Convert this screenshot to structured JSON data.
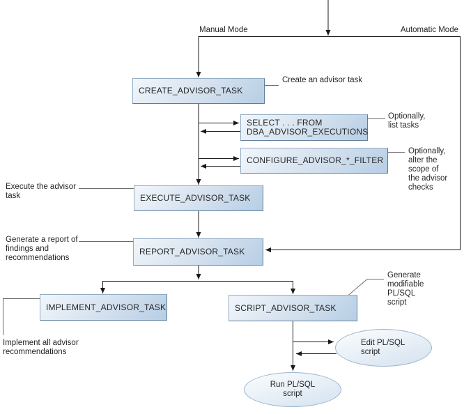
{
  "diagram": {
    "modes": {
      "manual": "Manual Mode",
      "automatic": "Automatic Mode"
    },
    "tasks": {
      "create": {
        "label": "CREATE_ADVISOR_TASK",
        "annotation": "Create an advisor task"
      },
      "select": {
        "label": "SELECT . . . FROM\nDBA_ADVISOR_EXECUTIONS",
        "annotation": "Optionally,\nlist tasks"
      },
      "configure": {
        "label": "CONFIGURE_ADVISOR_*_FILTER",
        "annotation": "Optionally,\nalter the\nscope of\nthe advisor\nchecks"
      },
      "execute": {
        "label": "EXECUTE_ADVISOR_TASK",
        "annotation": "Execute the advisor\ntask"
      },
      "report": {
        "label": "REPORT_ADVISOR_TASK",
        "annotation": "Generate a report of\nfindings and\nrecommendations"
      },
      "implement": {
        "label": "IMPLEMENT_ADVISOR_TASK",
        "annotation": "Implement all advisor\nrecommendations"
      },
      "script": {
        "label": "SCRIPT_ADVISOR_TASK",
        "annotation": "Generate\nmodifiable\nPL/SQL\nscript"
      }
    },
    "terminals": {
      "edit_script": {
        "label": "Edit PL/SQL\nscript"
      },
      "run_script": {
        "label": "Run PL/SQL\nscript"
      }
    },
    "colors": {
      "box_gradient_start": "#f1f6fb",
      "box_gradient_end": "#b7cee5",
      "box_border": "#93acc4",
      "box_border_shadow": "#5d7c9c",
      "ellipse_gradient_start": "#fbfdfe",
      "ellipse_gradient_end": "#d5e2ef",
      "ellipse_border": "#9db4cb",
      "flow_line": "#1a1a1a",
      "callout_line": "#6b6b6b",
      "text": "#262626",
      "background": "#ffffff"
    }
  }
}
